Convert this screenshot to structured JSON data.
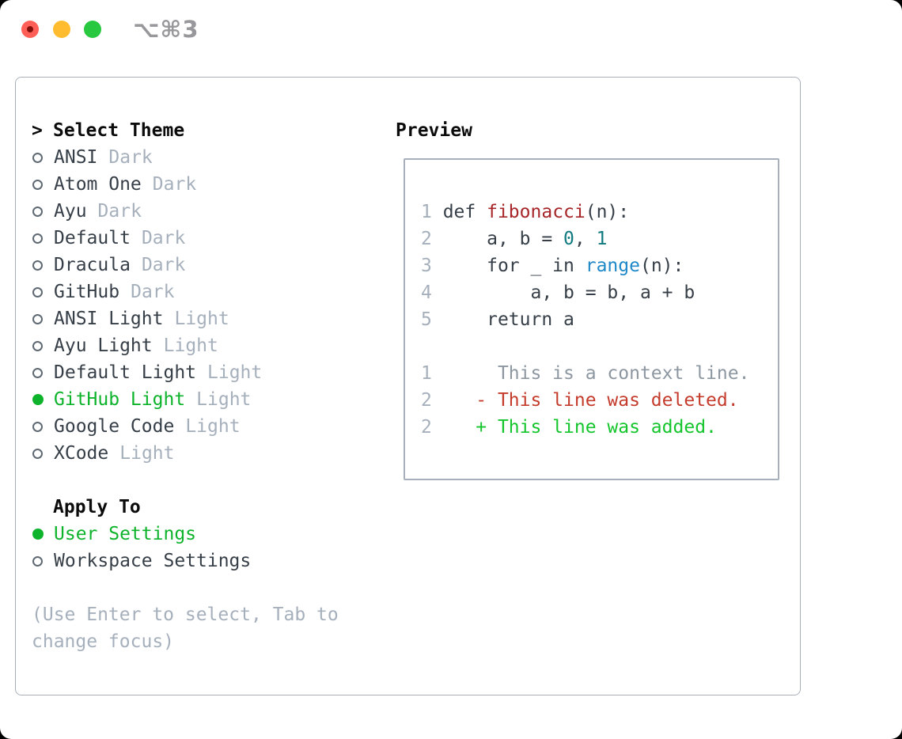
{
  "titlebar": {
    "shortcut": "⌥⌘3"
  },
  "theme_panel": {
    "title_prefix": ">",
    "title": "Select Theme",
    "themes": [
      {
        "name": "ANSI",
        "variant": "Dark",
        "selected": false
      },
      {
        "name": "Atom One",
        "variant": "Dark",
        "selected": false
      },
      {
        "name": "Ayu",
        "variant": "Dark",
        "selected": false
      },
      {
        "name": "Default",
        "variant": "Dark",
        "selected": false
      },
      {
        "name": "Dracula",
        "variant": "Dark",
        "selected": false
      },
      {
        "name": "GitHub",
        "variant": "Dark",
        "selected": false
      },
      {
        "name": "ANSI Light",
        "variant": "Light",
        "selected": false
      },
      {
        "name": "Ayu Light",
        "variant": "Light",
        "selected": false
      },
      {
        "name": "Default Light",
        "variant": "Light",
        "selected": false
      },
      {
        "name": "GitHub Light",
        "variant": "Light",
        "selected": true
      },
      {
        "name": "Google Code",
        "variant": "Light",
        "selected": false
      },
      {
        "name": "XCode",
        "variant": "Light",
        "selected": false
      }
    ],
    "apply_to": {
      "title": "Apply To",
      "options": [
        {
          "label": "User Settings",
          "selected": true
        },
        {
          "label": "Workspace Settings",
          "selected": false
        }
      ]
    },
    "hint_lines": [
      "(Use Enter to select, Tab to",
      "change focus)"
    ]
  },
  "preview": {
    "title": "Preview",
    "code_lines": [
      {
        "num": "1",
        "segments": [
          {
            "t": " def ",
            "c": "code"
          },
          {
            "t": "fibonacci",
            "c": "func"
          },
          {
            "t": "(n):",
            "c": "code"
          }
        ]
      },
      {
        "num": "2",
        "segments": [
          {
            "t": "     a, b = ",
            "c": "code"
          },
          {
            "t": "0",
            "c": "num"
          },
          {
            "t": ", ",
            "c": "code"
          },
          {
            "t": "1",
            "c": "num"
          }
        ]
      },
      {
        "num": "3",
        "segments": [
          {
            "t": "     for _ in ",
            "c": "code"
          },
          {
            "t": "range",
            "c": "builtin"
          },
          {
            "t": "(n):",
            "c": "code"
          }
        ]
      },
      {
        "num": "4",
        "segments": [
          {
            "t": "         a, b = b, a + b",
            "c": "code"
          }
        ]
      },
      {
        "num": "5",
        "segments": [
          {
            "t": "     return a",
            "c": "code"
          }
        ]
      },
      {
        "num": "",
        "segments": []
      },
      {
        "num": "1",
        "segments": [
          {
            "t": "      This is a context line.",
            "c": "context"
          }
        ]
      },
      {
        "num": "2",
        "segments": [
          {
            "t": "    - This line was deleted.",
            "c": "deleted"
          }
        ]
      },
      {
        "num": "2",
        "segments": [
          {
            "t": "    + This line was added.",
            "c": "added"
          }
        ]
      }
    ]
  },
  "colors": {
    "c_black": "#0b0b0b",
    "c_dark": "#363e47",
    "c_muted": "#a6b0bc",
    "c_context": "#8d97a1",
    "c_ring": "#5f6973",
    "c_green": "#0db32b",
    "c_green_added": "#14c52c",
    "c_red_del": "#c43b2b",
    "c_red_func": "#a72528",
    "c_teal": "#117a80",
    "c_blue": "#1f88c8",
    "c_border": "#a7b0ba",
    "c_shortcut": "#98989c",
    "tl_red": "#ff5f57",
    "tl_red_dot": "#820f0a",
    "tl_yellow": "#febc2e",
    "tl_green": "#28c840"
  }
}
